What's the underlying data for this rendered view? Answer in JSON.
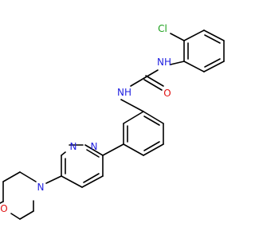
{
  "molecule": {
    "atom_labels": {
      "chlorine": "Cl",
      "urea_nh_top": "NH",
      "urea_o": "O",
      "urea_nh_bottom": "NH",
      "pyridazine_n1": "N",
      "pyridazine_n2": "N",
      "morpholine_n": "N",
      "morpholine_o": "O"
    },
    "colors": {
      "bond": "#000000",
      "nitrogen": "#1f1fe0",
      "oxygen": "#e01010",
      "chlorine": "#1aa01a"
    }
  }
}
